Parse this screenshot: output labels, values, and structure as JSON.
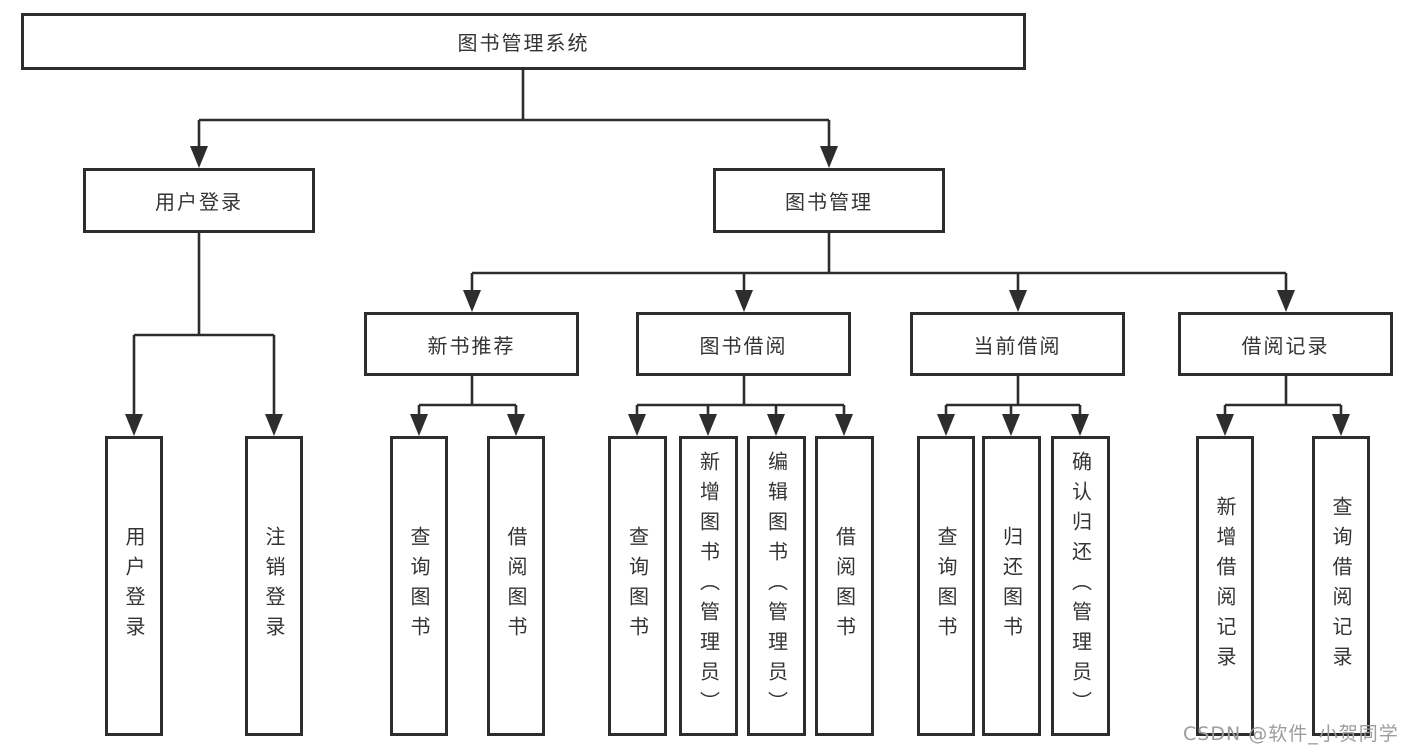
{
  "diagram_title": "图书管理系统",
  "tree": {
    "root": {
      "label": "图书管理系统",
      "children": [
        {
          "label": "用户登录",
          "children": [
            {
              "label": "用户登录"
            },
            {
              "label": "注销登录"
            }
          ]
        },
        {
          "label": "图书管理",
          "children": [
            {
              "label": "新书推荐",
              "children": [
                {
                  "label": "查询图书"
                },
                {
                  "label": "借阅图书"
                }
              ]
            },
            {
              "label": "图书借阅",
              "children": [
                {
                  "label": "查询图书"
                },
                {
                  "label": "新增图书（管理员）"
                },
                {
                  "label": "编辑图书（管理员）"
                },
                {
                  "label": "借阅图书"
                }
              ]
            },
            {
              "label": "当前借阅",
              "children": [
                {
                  "label": "查询图书"
                },
                {
                  "label": "归还图书"
                },
                {
                  "label": "确认归还（管理员）"
                }
              ]
            },
            {
              "label": "借阅记录",
              "children": [
                {
                  "label": "新增借阅记录"
                },
                {
                  "label": "查询借阅记录"
                }
              ]
            }
          ]
        }
      ]
    }
  },
  "colors": {
    "line": "#2d2d2d",
    "border": "#2d2d2d",
    "text": "#343434",
    "watermark": "#9d9d9d",
    "background": "#ffffff"
  },
  "watermark": {
    "text": "CSDN @软件_小贺同学"
  }
}
